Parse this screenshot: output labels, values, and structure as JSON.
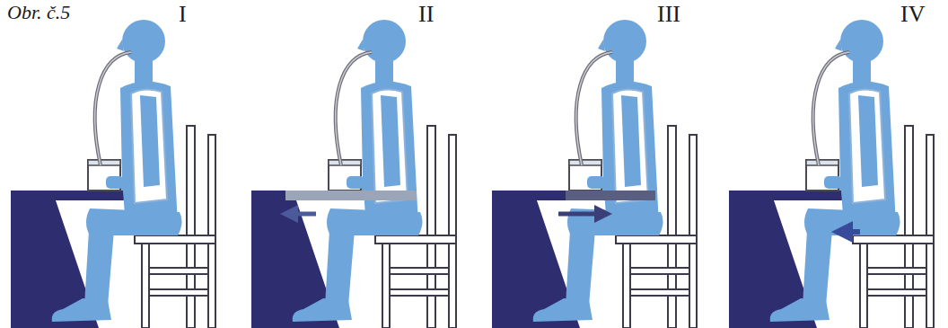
{
  "diagram": {
    "labels": [
      "Obr. č.5",
      "I",
      "II",
      "III",
      "IV"
    ]
  }
}
